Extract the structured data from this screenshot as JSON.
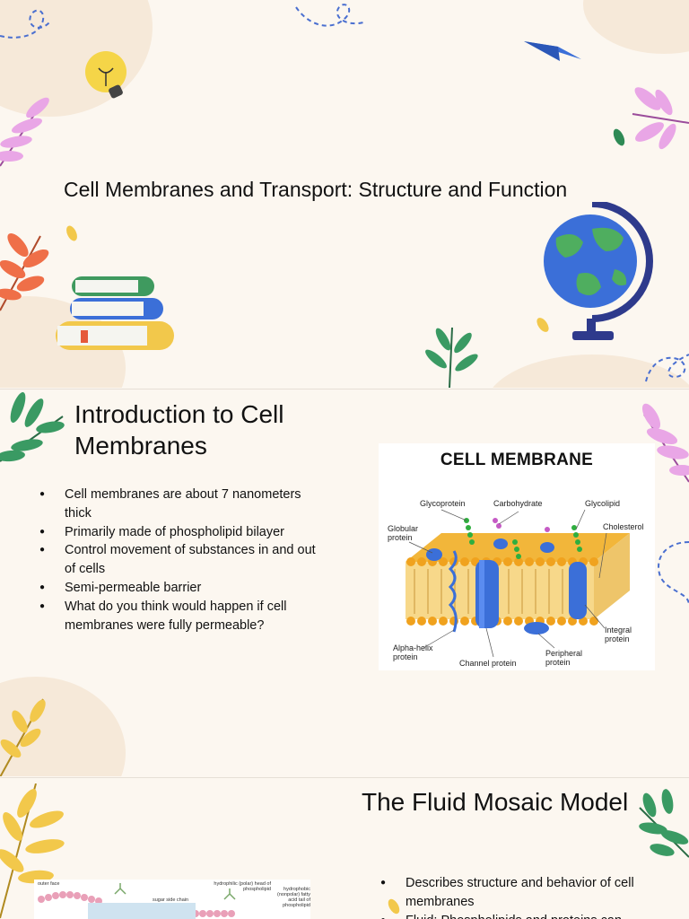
{
  "slides": [
    {
      "title": "Cell Membranes and Transport: Structure and Function"
    },
    {
      "title": "Introduction to Cell Membranes",
      "bullets": [
        "Cell membranes are about 7 nanometers thick",
        "Primarily made of phospholipid bilayer",
        "Control movement of substances in and out of cells",
        "Semi-permeable barrier",
        "What do you think would happen if cell membranes were fully permeable?"
      ],
      "diagram": {
        "title": "CELL MEMBRANE",
        "labels": {
          "glycoprotein": "Glycoprotein",
          "carbohydrate": "Carbohydrate",
          "glycolipid": "Glycolipid",
          "globular": "Globular protein",
          "cholesterol": "Cholesterol",
          "integral": "Integral protein",
          "alpha": "Alpha-helix protein",
          "channel": "Channel protein",
          "peripheral": "Peripheral protein"
        }
      }
    },
    {
      "title": "The Fluid Mosaic Model",
      "bullets": [
        "Describes structure and behavior of cell membranes",
        "Fluid: Phospholipids and proteins can"
      ],
      "diagram": {
        "labels": {
          "outer_face": "outer face",
          "sugar_chain": "sugar side chain",
          "head": "hydrophilic (polar) head of phospholipid",
          "tail": "hydrophobic (nonpolar) fatty acid tail of phospholipid"
        }
      }
    }
  ],
  "colors": {
    "background": "#fcf7f0",
    "blob": "#f6e9d9",
    "leaf_pink": "#e9a6e6",
    "leaf_orange": "#ef6f48",
    "leaf_green": "#3a9a63",
    "leaf_yellow": "#f2c84b",
    "accent_blue": "#3b6fd8"
  }
}
